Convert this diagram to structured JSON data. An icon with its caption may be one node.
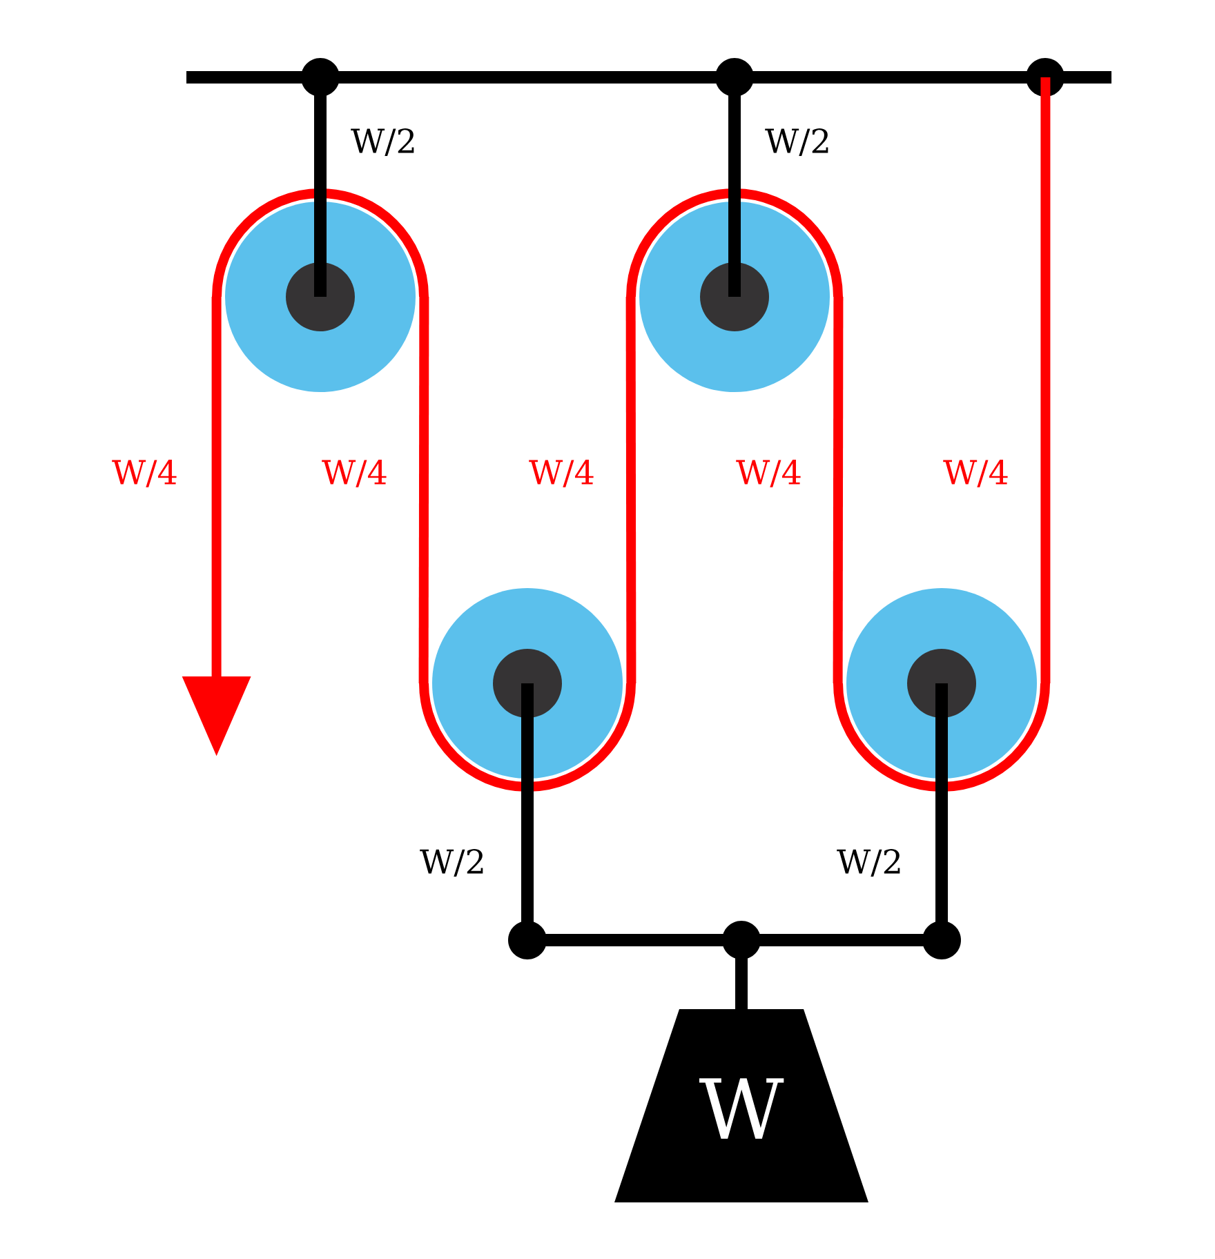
{
  "diagram": {
    "nodes": [
      {
        "text": [],
        "shape": "bar"
      },
      {
        "text": [],
        "shape": "circle"
      },
      {
        "text": [],
        "shape": "circle"
      },
      {
        "text": [],
        "shape": "circle"
      },
      {
        "text": [],
        "shape": "circle"
      },
      {
        "text": [],
        "shape": "bar"
      },
      {
        "text": [
          "W"
        ]
      }
    ],
    "edges": [
      {
        "from": 0,
        "to": 1,
        "arrow": "none",
        "label": "W/2"
      },
      {
        "from": 0,
        "to": 2,
        "arrow": "none",
        "label": "W/2"
      },
      {
        "from": 1,
        "to": null,
        "arrow": "to",
        "label": "W/4",
        "color": "#ff0000"
      },
      {
        "from": 1,
        "to": 3,
        "arrow": "none",
        "label": "W/4",
        "color": "#ff0000"
      },
      {
        "from": 3,
        "to": 2,
        "arrow": "none",
        "label": "W/4",
        "color": "#ff0000"
      },
      {
        "from": 2,
        "to": 4,
        "arrow": "none",
        "label": "W/4",
        "color": "#ff0000"
      },
      {
        "from": 4,
        "to": 0,
        "arrow": "none",
        "label": "W/4",
        "color": "#ff0000"
      },
      {
        "from": 3,
        "to": 5,
        "arrow": "none",
        "label": "W/2"
      },
      {
        "from": 4,
        "to": 5,
        "arrow": "none",
        "label": "W/2"
      },
      {
        "from": 5,
        "to": 6,
        "arrow": "none"
      }
    ]
  }
}
